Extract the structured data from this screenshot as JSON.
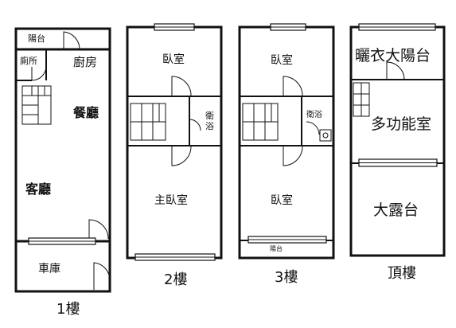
{
  "floor1": {
    "caption": "1樓",
    "balcony": "陽台",
    "toilet": "廁所",
    "kitchen": "廚房",
    "dining": "餐廳",
    "living": "客廳",
    "garage": "車庫"
  },
  "floor2": {
    "caption": "2樓",
    "bedroom": "臥室",
    "bath_top": "衛",
    "bath_bottom": "浴",
    "master": "主臥室"
  },
  "floor3": {
    "caption": "3樓",
    "bedroom_top": "臥室",
    "bath": "衛浴",
    "bedroom_bottom": "臥室",
    "balcony": "陽台"
  },
  "roof": {
    "caption": "頂樓",
    "drying": "曬衣大陽台",
    "multi": "多功能室",
    "terrace": "大露台"
  },
  "colors": {
    "wall": "#111111",
    "window": "#ffffff",
    "background": "#ffffff"
  }
}
